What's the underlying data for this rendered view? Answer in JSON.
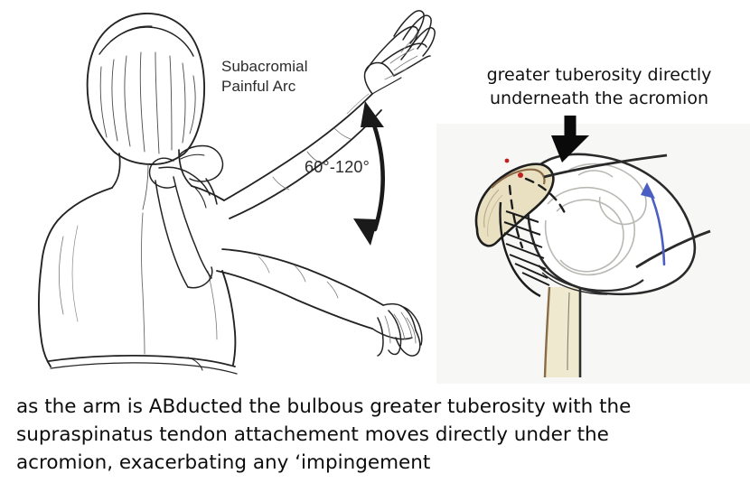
{
  "figure": {
    "left_panel": {
      "name": "painful-arc-illustration",
      "arc_label": "Subacromial\nPainful Arc",
      "angle_label": "60°-120°",
      "arrow_icon": "double-headed-curved-arrow-icon"
    },
    "right_panel": {
      "name": "shoulder-anatomy-illustration",
      "annotation": "greater tuberosity directly\nunderneath the acromion",
      "pointer_icon": "black-down-arrow-icon",
      "motion_icon": "blue-up-arrow-icon"
    }
  },
  "caption": {
    "text": "as the arm is ABducted the bulbous greater tuberosity with the\nsupraspinatus tendon attachement moves directly under the\nacromion, exacerbating any ‘impingement"
  },
  "colors": {
    "page_background": "#ffffff",
    "panel_background": "#f7f7f5",
    "line_art": "#1f1f1f",
    "bone_fill": "#ece3c4",
    "bone_shadow": "#8a6b48",
    "humerus_fill": "#efe9d0",
    "blue_arrow": "#4a5fc1",
    "red_mark": "#c02020",
    "text": "#111111"
  }
}
